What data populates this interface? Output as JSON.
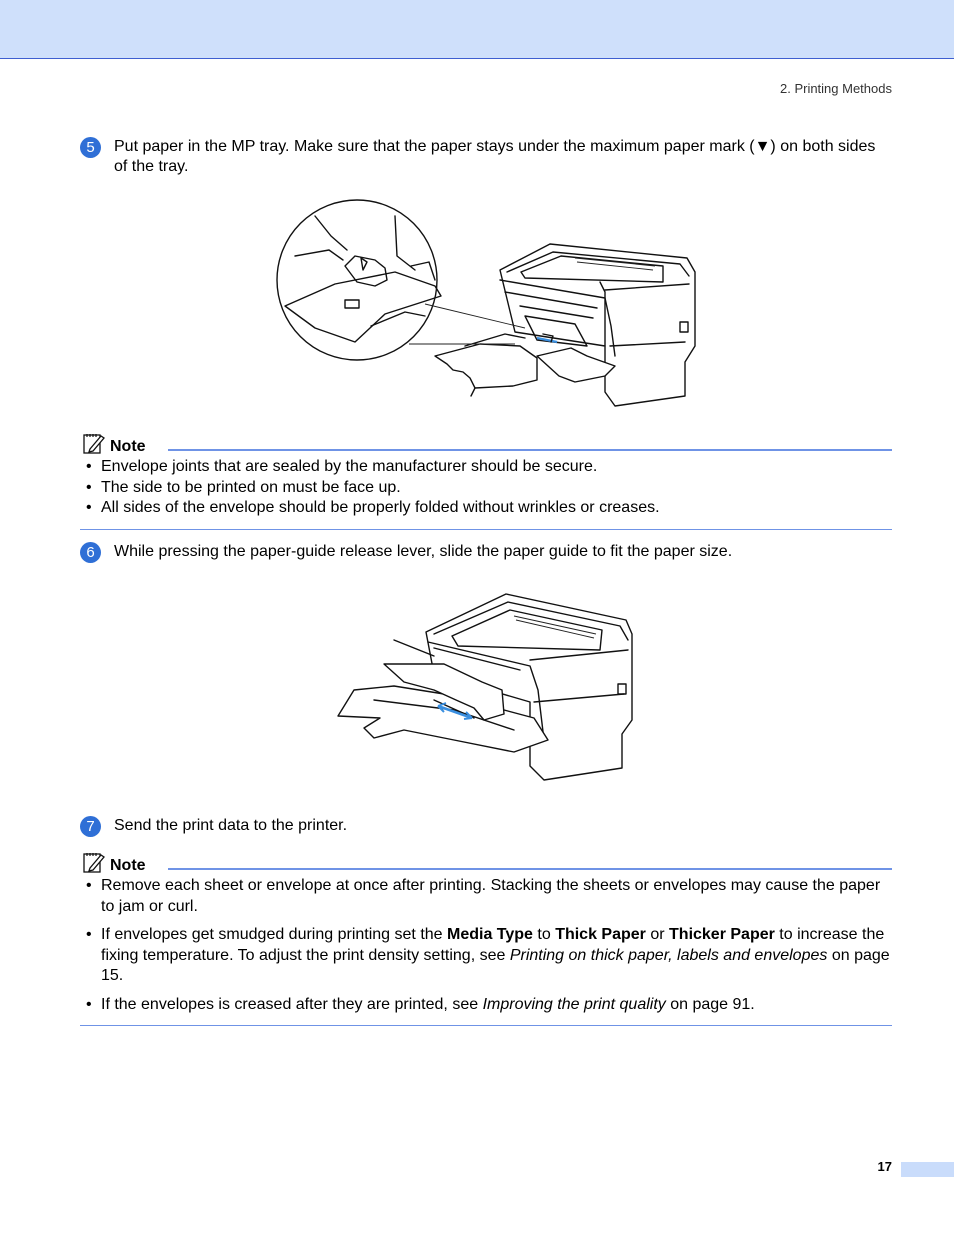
{
  "header": {
    "running_head": "2. Printing Methods"
  },
  "steps": [
    {
      "number": "5",
      "text": "Put paper in the MP tray. Make sure that the paper stays under the maximum paper mark (▼) on both sides of the tray."
    },
    {
      "number": "6",
      "text": "While pressing the paper-guide release lever, slide the paper guide to fit the paper size."
    },
    {
      "number": "7",
      "text": "Send the print data to the printer."
    }
  ],
  "note1": {
    "label": "Note",
    "items": [
      "Envelope joints that are sealed by the manufacturer should be secure.",
      "The side to be printed on must be face up.",
      "All sides of the envelope should be properly folded without wrinkles or creases."
    ]
  },
  "note2": {
    "label": "Note",
    "item1": "Remove each sheet or envelope at once after printing. Stacking the sheets or envelopes may cause the paper to jam or curl.",
    "item2": {
      "t1": "If envelopes get smudged during printing set the ",
      "b1": "Media Type",
      "t2": " to ",
      "b2": "Thick Paper",
      "t3": " or ",
      "b3": "Thicker Paper",
      "t4": " to increase the fixing temperature. To adjust the print density setting, see ",
      "i1": "Printing on thick paper, labels and envelopes",
      "t5": " on page 15."
    },
    "item3": {
      "t1": "If the envelopes is creased after they are printed, see ",
      "i1": "Improving the print quality",
      "t2": " on page 91."
    }
  },
  "footer": {
    "page_number": "17"
  },
  "colors": {
    "accent": "#2f6fd6",
    "band": "#cfe0fb",
    "rule": "#6f93e6"
  },
  "icons": {
    "note": "note-pencil-icon"
  }
}
